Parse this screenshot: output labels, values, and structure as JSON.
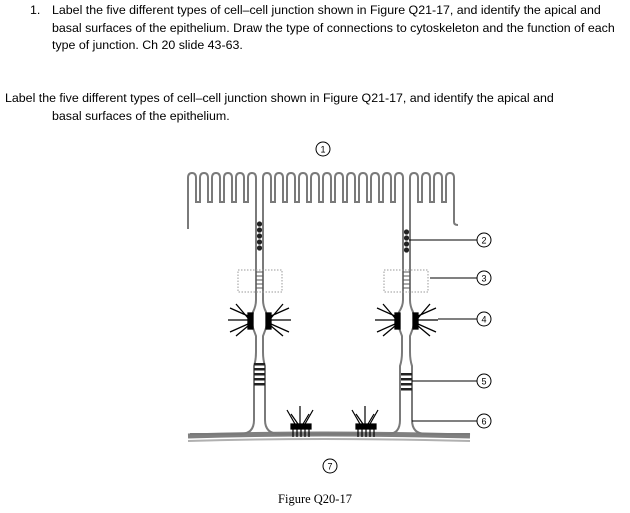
{
  "question1": {
    "number": "1.",
    "text": "Label the five different types of cell–cell junction shown in Figure Q21-17, and identify the apical and basal surfaces of the epithelium.  Draw the type of connections to cytoskeleton and the function of each type of junction. Ch 20 slide 43-63."
  },
  "question2": {
    "line1": "Label the five different types of cell–cell junction shown in Figure Q21-17, and identify the apical and",
    "line2": "basal surfaces of the epithelium."
  },
  "figure": {
    "labels": [
      "1",
      "2",
      "3",
      "4",
      "5",
      "6",
      "7"
    ],
    "caption": "Figure Q20-17"
  }
}
